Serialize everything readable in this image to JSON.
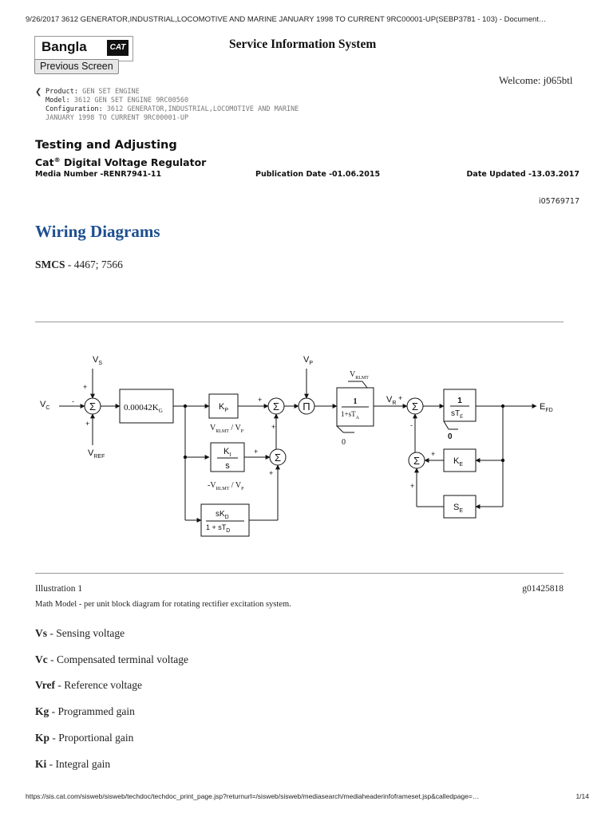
{
  "browser": {
    "header": "9/26/2017    3612 GENERATOR,INDUSTRIAL,LOCOMOTIVE AND MARINE JANUARY 1998 TO CURRENT 9RC00001-UP(SEBP3781 - 103) - Document…",
    "footer_url": "https://sis.cat.com/sisweb/sisweb/techdoc/techdoc_print_page.jsp?returnurl=/sisweb/sisweb/mediasearch/mediaheaderinfoframeset.jsp&calledpage=…",
    "page_count": "1/14"
  },
  "logo": {
    "brand": "Bangla",
    "badge": "CAT"
  },
  "nav": {
    "previous_label": "Previous Screen"
  },
  "site_title": "Service Information System",
  "welcome": "Welcome: j065btl",
  "product": {
    "product_label": "Product:",
    "product_value": "GEN SET ENGINE",
    "model_label": "Model:",
    "model_value": "3612 GEN SET ENGINE 9RC00560",
    "config_label": "Configuration:",
    "config_value": "3612 GENERATOR,INDUSTRIAL,LOCOMOTIVE AND MARINE",
    "config_value_2": "JANUARY 1998 TO CURRENT 9RC00001-UP"
  },
  "doc": {
    "section": "Testing and Adjusting",
    "subtitle_brand": "Cat",
    "subtitle_mark": "®",
    "subtitle_rest": " Digital Voltage Regulator",
    "media_number": "Media Number -RENR7941-11",
    "publication_date": "Publication Date -01.06.2015",
    "date_updated": "Date Updated -13.03.2017",
    "doc_id": "i05769717",
    "heading": "Wiring Diagrams",
    "smcs_label": "SMCS",
    "smcs_value": " - 4467; 7566"
  },
  "diagram": {
    "vs": "V",
    "vs_sub": "S",
    "vc": "V",
    "vc_sub": "C",
    "vref": "V",
    "vref_sub": "REF",
    "gain": "0.00042K",
    "gain_sub": "G",
    "kp": "K",
    "kp_sub": "P",
    "ki": "K",
    "ki_sub": "I",
    "s": "s",
    "kd": "sK",
    "kd_sub": "D",
    "kd_den": "1 + sT",
    "kd_den_sub": "D",
    "vrlmt_vp": "V",
    "vrlmt_vp_sub": "RLMT",
    "vrlmt_vp_rest": " / V",
    "vrlmt_vp_rest_sub": "P",
    "neg_vrlmt_vp": "-V",
    "neg_vrlmt_vp_sub": "RLMT",
    "neg_vrlmt_vp_rest": " / V",
    "neg_vrlmt_vp_rest_sub": "P",
    "vp": "V",
    "vp_sub": "P",
    "pi": "Π",
    "sigma": "Σ",
    "vrlmt": "V",
    "vrlmt_sub": "RLMT",
    "one": "1",
    "ta_den": "1+sT",
    "ta_den_sub": "A",
    "zero": "0",
    "vr": "V",
    "vr_sub": "R",
    "te_den": "sT",
    "te_den_sub": "E",
    "ke": "K",
    "ke_sub": "E",
    "se": "S",
    "se_sub": "E",
    "efd": "E",
    "efd_sub": "FD",
    "plus": "+",
    "minus": "-"
  },
  "illustration": {
    "label": "Illustration 1",
    "id": "g01425818",
    "caption": "Math Model - per unit block diagram for rotating rectifier excitation system."
  },
  "definitions": [
    {
      "term": "Vs",
      "desc": " - Sensing voltage"
    },
    {
      "term": "Vc",
      "desc": " - Compensated terminal voltage"
    },
    {
      "term": "Vref",
      "desc": " - Reference voltage"
    },
    {
      "term": "Kg",
      "desc": " - Programmed gain"
    },
    {
      "term": "Kp",
      "desc": " - Proportional gain"
    },
    {
      "term": "Ki",
      "desc": " - Integral gain"
    }
  ]
}
